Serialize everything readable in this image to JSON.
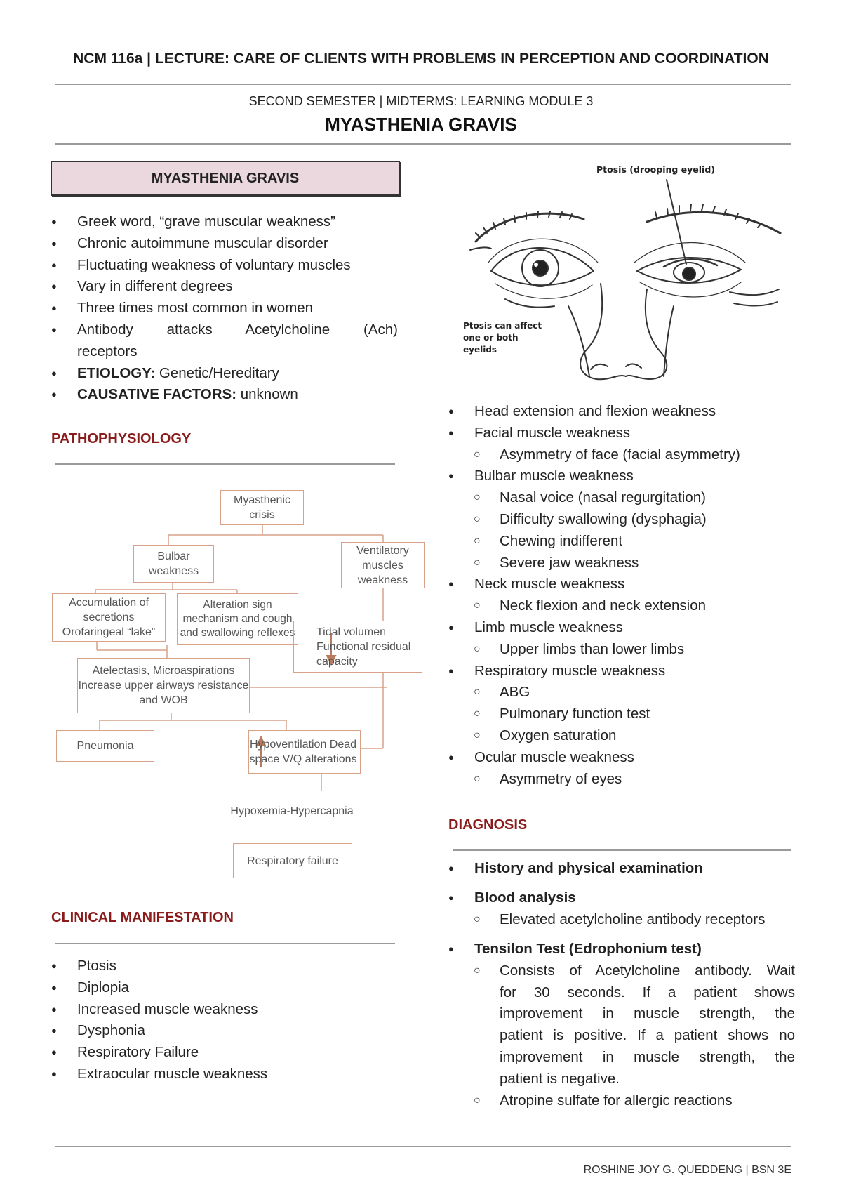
{
  "header": {
    "course": "NCM 116a | LECTURE: CARE OF CLIENTS WITH PROBLEMS IN PERCEPTION AND COORDINATION",
    "semester": "SECOND SEMESTER | MIDTERMS: LEARNING MODULE 3",
    "title": "MYASTHENIA GRAVIS"
  },
  "intro": {
    "box_title": "MYASTHENIA GRAVIS",
    "bullets": [
      "Greek word, “grave muscular weakness”",
      "Chronic autoimmune muscular disorder",
      "Fluctuating weakness of voluntary muscles",
      "Vary in different degrees",
      "Three times most common in women",
      "Antibody attacks Acetylcholine (Ach)",
      "receptors"
    ],
    "etiology_label": "ETIOLOGY:",
    "etiology_value": " Genetic/Hereditary",
    "causative_label": "CAUSATIVE FACTORS:",
    "causative_value": " unknown"
  },
  "pathophysiology": {
    "heading": "PATHOPHYSIOLOGY",
    "nodes": {
      "crisis": "Myasthenic crisis",
      "bulbar": "Bulbar weakness",
      "ventilatory": "Ventilatory muscles weakness",
      "accumulation": "Accumulation of secretions Orofaringeal “lake”",
      "alteration": "Alteration sign mechanism and cough and swallowing reflexes",
      "tidal": "Tidal volumen Functional residual capacity",
      "atelectasis": "Atelectasis, Microaspirations Increase upper airways resistance and WOB",
      "pneumonia": "Pneumonia",
      "hypoventilation": "Hypoventilation Dead space V/Q alterations",
      "hypoxemia": "Hypoxemia-Hypercapnia",
      "failure": "Respiratory failure"
    }
  },
  "clinical": {
    "heading": "CLINICAL MANIFESTATION",
    "bullets": [
      "Ptosis",
      "Diplopia",
      "Increased muscle weakness",
      "Dysphonia",
      "Respiratory Failure",
      "Extraocular muscle weakness"
    ]
  },
  "figure": {
    "label_ptosis": "Ptosis (drooping eyelid)",
    "label_affect_1": "Ptosis can affect",
    "label_affect_2": "one or both",
    "label_affect_3": "eyelids"
  },
  "right_list": {
    "items": [
      {
        "level": 1,
        "text": "Head extension and flexion weakness"
      },
      {
        "level": 1,
        "text": "Facial muscle weakness"
      },
      {
        "level": 2,
        "text": "Asymmetry of face (facial asymmetry)"
      },
      {
        "level": 1,
        "text": "Bulbar muscle weakness"
      },
      {
        "level": 2,
        "text": "Nasal voice (nasal regurgitation)"
      },
      {
        "level": 2,
        "text": "Difficulty swallowing (dysphagia)"
      },
      {
        "level": 2,
        "text": "Chewing indifferent"
      },
      {
        "level": 2,
        "text": "Severe jaw weakness"
      },
      {
        "level": 1,
        "text": "Neck muscle weakness"
      },
      {
        "level": 2,
        "text": "Neck flexion and neck extension"
      },
      {
        "level": 1,
        "text": "Limb muscle weakness"
      },
      {
        "level": 2,
        "text": "Upper limbs than lower limbs"
      },
      {
        "level": 1,
        "text": "Respiratory muscle weakness"
      },
      {
        "level": 2,
        "text": "ABG"
      },
      {
        "level": 2,
        "text": "Pulmonary function test"
      },
      {
        "level": 2,
        "text": "Oxygen saturation"
      },
      {
        "level": 1,
        "text": "Ocular muscle weakness"
      },
      {
        "level": 2,
        "text": "Asymmetry of eyes"
      }
    ]
  },
  "diagnosis": {
    "heading": "DIAGNOSIS",
    "history": "History and physical examination",
    "blood": "Blood analysis",
    "blood_sub": "Elevated acetylcholine antibody receptors",
    "tensilon": "Tensilon Test (Edrophonium test)",
    "tensilon_lines": [
      "Consists of Acetylcholine antibody. Wait",
      "for 30 seconds. If a patient shows",
      "improvement in muscle strength, the",
      "patient is positive. If a patient shows no",
      "improvement in muscle strength, the"
    ],
    "tensilon_last": "patient is negative.",
    "atropine": "Atropine sulfate for allergic reactions"
  },
  "footer": "ROSHINE JOY G. QUEDDENG | BSN 3E"
}
